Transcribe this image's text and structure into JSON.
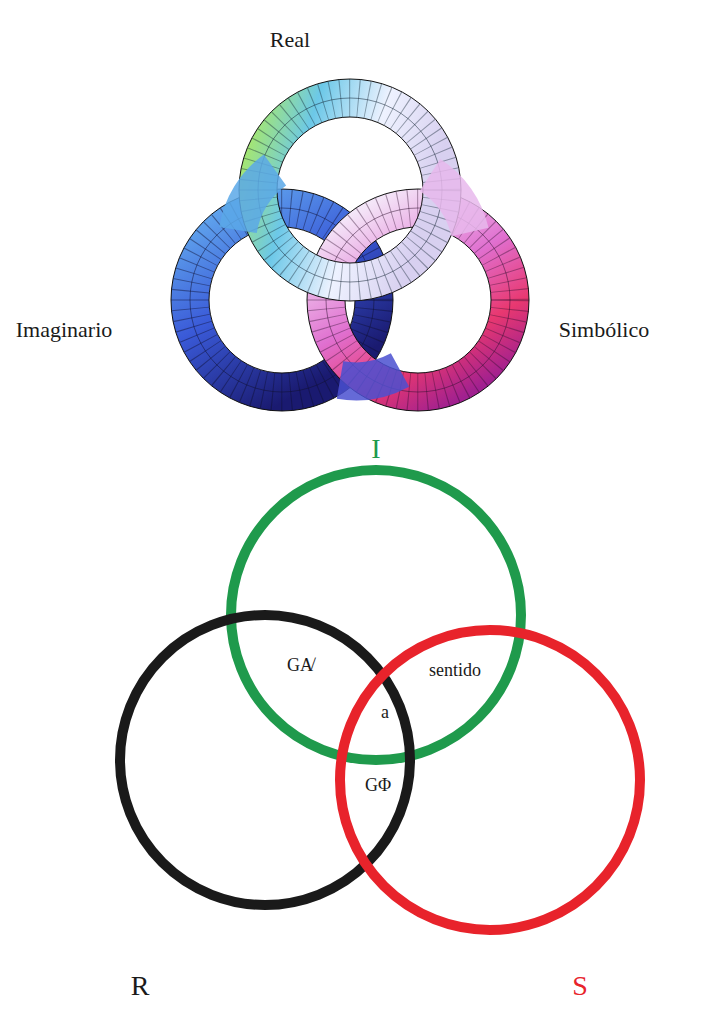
{
  "diagram": {
    "nodes": [
      {
        "text": [
          "I"
        ]
      },
      {
        "text": [
          "R"
        ]
      },
      {
        "text": [
          "S"
        ]
      }
    ],
    "labels": [
      "Real",
      "Imaginario",
      "Simbólico",
      "GA̸",
      "sentido",
      "a",
      "GΦ"
    ]
  }
}
